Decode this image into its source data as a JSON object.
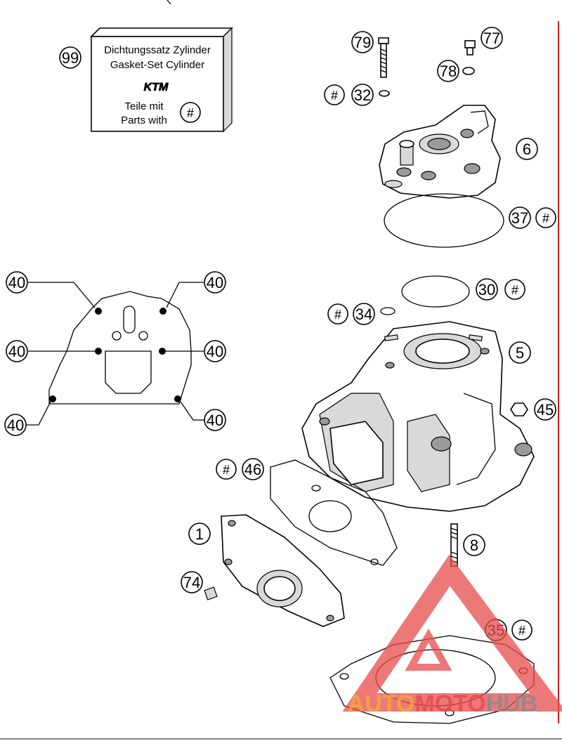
{
  "kit_box": {
    "line1": "Dichtungssatz Zylinder",
    "line2": "Gasket-Set Cylinder",
    "line3": "Teile mit",
    "line4": "Parts with",
    "logo": "KTM",
    "symbol": "#"
  },
  "labels": {
    "p99": "99",
    "p79": "79",
    "p77": "77",
    "p78": "78",
    "p32": "32",
    "p6": "6",
    "p37": "37",
    "p30": "30",
    "p34": "34",
    "p5": "5",
    "p45": "45",
    "p46": "46",
    "p1": "1",
    "p74": "74",
    "p8": "8",
    "p35": "35",
    "p40": "40",
    "hash": "#"
  },
  "watermark": {
    "part1": "AUTO",
    "part2": "MOTO",
    "part3": "HUB",
    "color_main": "#f4a63a",
    "color_accent": "#e84c4c",
    "color_dark": "#8a8a8a"
  }
}
